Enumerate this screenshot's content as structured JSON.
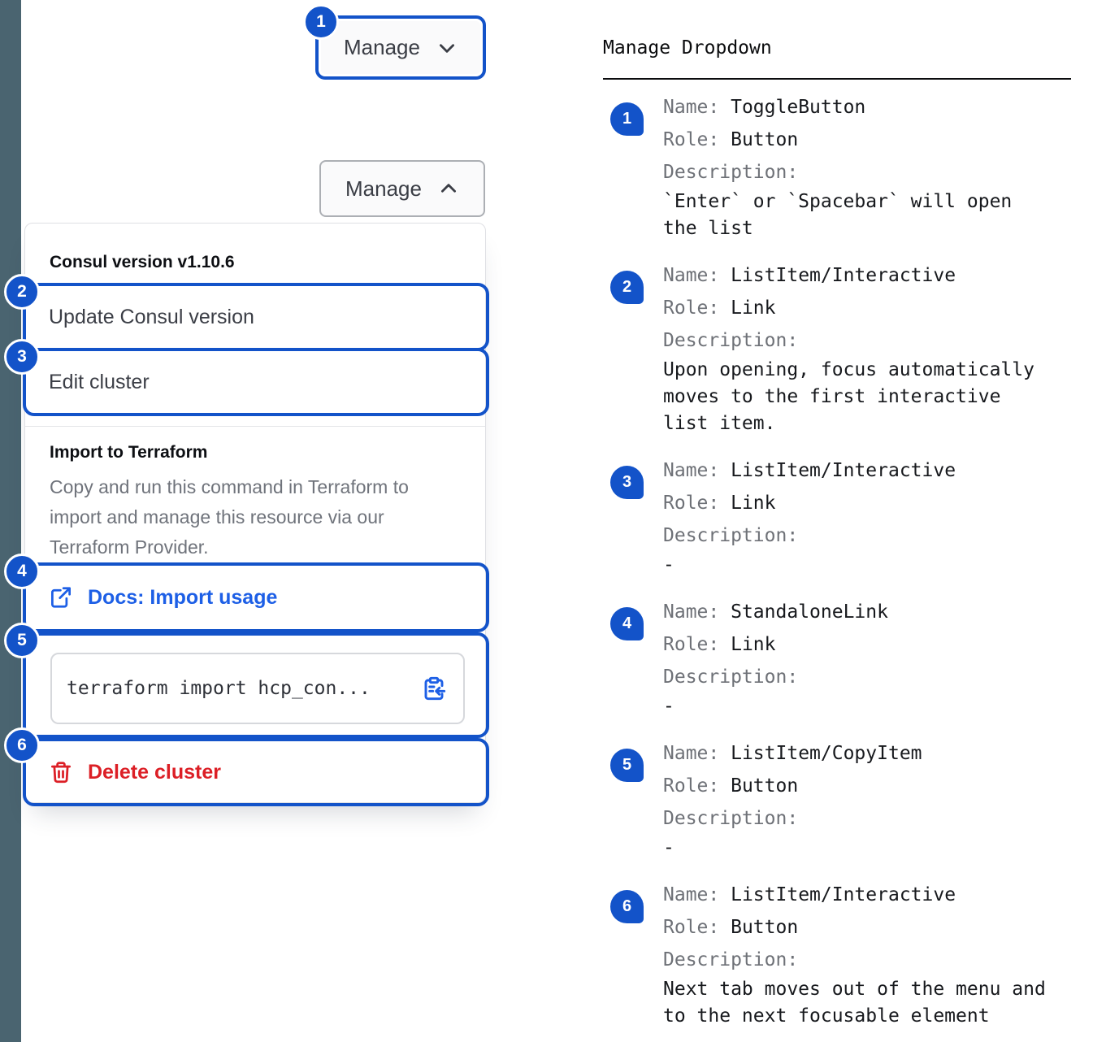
{
  "colors": {
    "accent_blue": "#1353C9",
    "link_blue": "#1D5FE6",
    "danger_red": "#DC1F26",
    "edge_strip": "#4A6470"
  },
  "toggle_button": {
    "label": "Manage"
  },
  "dropdown": {
    "version_header": "Consul version v1.10.6",
    "update_item": "Update Consul version",
    "edit_item": "Edit cluster",
    "import_header": "Import to Terraform",
    "import_description": "Copy and run this command in Terraform to import and manage this resource via our Terraform Provider.",
    "docs_link": "Docs: Import usage",
    "copy_command": "terraform import hcp_con...",
    "delete_item": "Delete cluster"
  },
  "legend": {
    "title": "Manage Dropdown",
    "name_label": "Name:",
    "role_label": "Role:",
    "description_label": "Description:",
    "items": [
      {
        "num": "1",
        "name": "ToggleButton",
        "role": "Button",
        "description": "`Enter` or `Spacebar` will open the list"
      },
      {
        "num": "2",
        "name": "ListItem/Interactive",
        "role": "Link",
        "description": "Upon opening, focus automatically moves to the first interactive list item."
      },
      {
        "num": "3",
        "name": "ListItem/Interactive",
        "role": "Link",
        "description": "-"
      },
      {
        "num": "4",
        "name": "StandaloneLink",
        "role": "Link",
        "description": "-"
      },
      {
        "num": "5",
        "name": "ListItem/CopyItem",
        "role": "Button",
        "description": "-"
      },
      {
        "num": "6",
        "name": "ListItem/Interactive",
        "role": "Button",
        "description": "Next tab moves out of the menu and to the next focusable element"
      }
    ]
  }
}
